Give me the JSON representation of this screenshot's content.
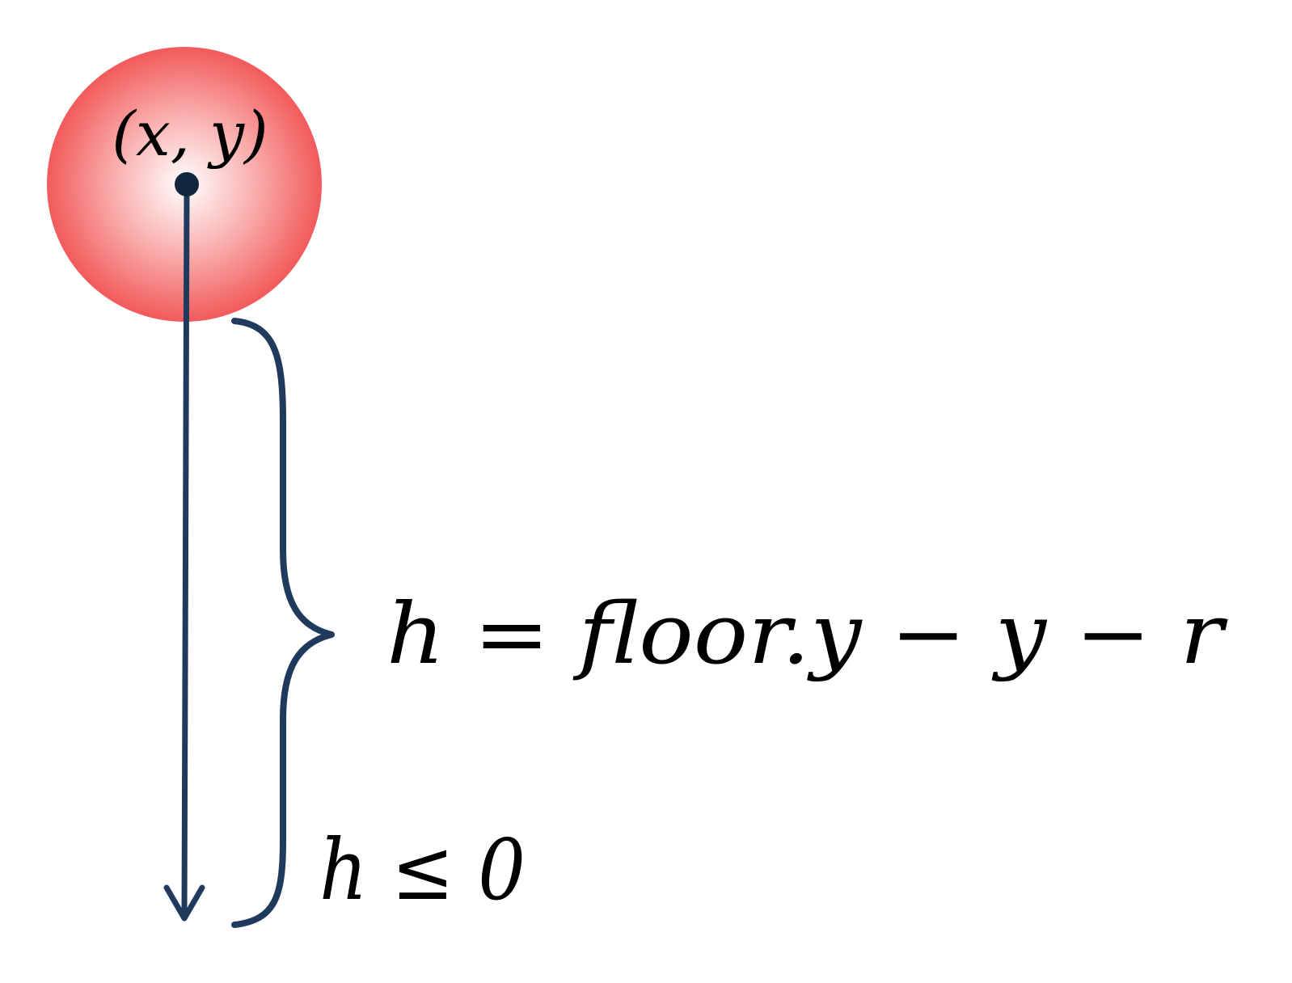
{
  "ball": {
    "label": "(x, y)",
    "fill_color": "#f25a5a",
    "highlight_color": "#ffffff"
  },
  "line_color": "#1f3a5c",
  "center_dot_color": "#12263d",
  "equations": {
    "height_formula": "h = floor.y − y − r",
    "collision_condition": "h ≤ 0"
  }
}
